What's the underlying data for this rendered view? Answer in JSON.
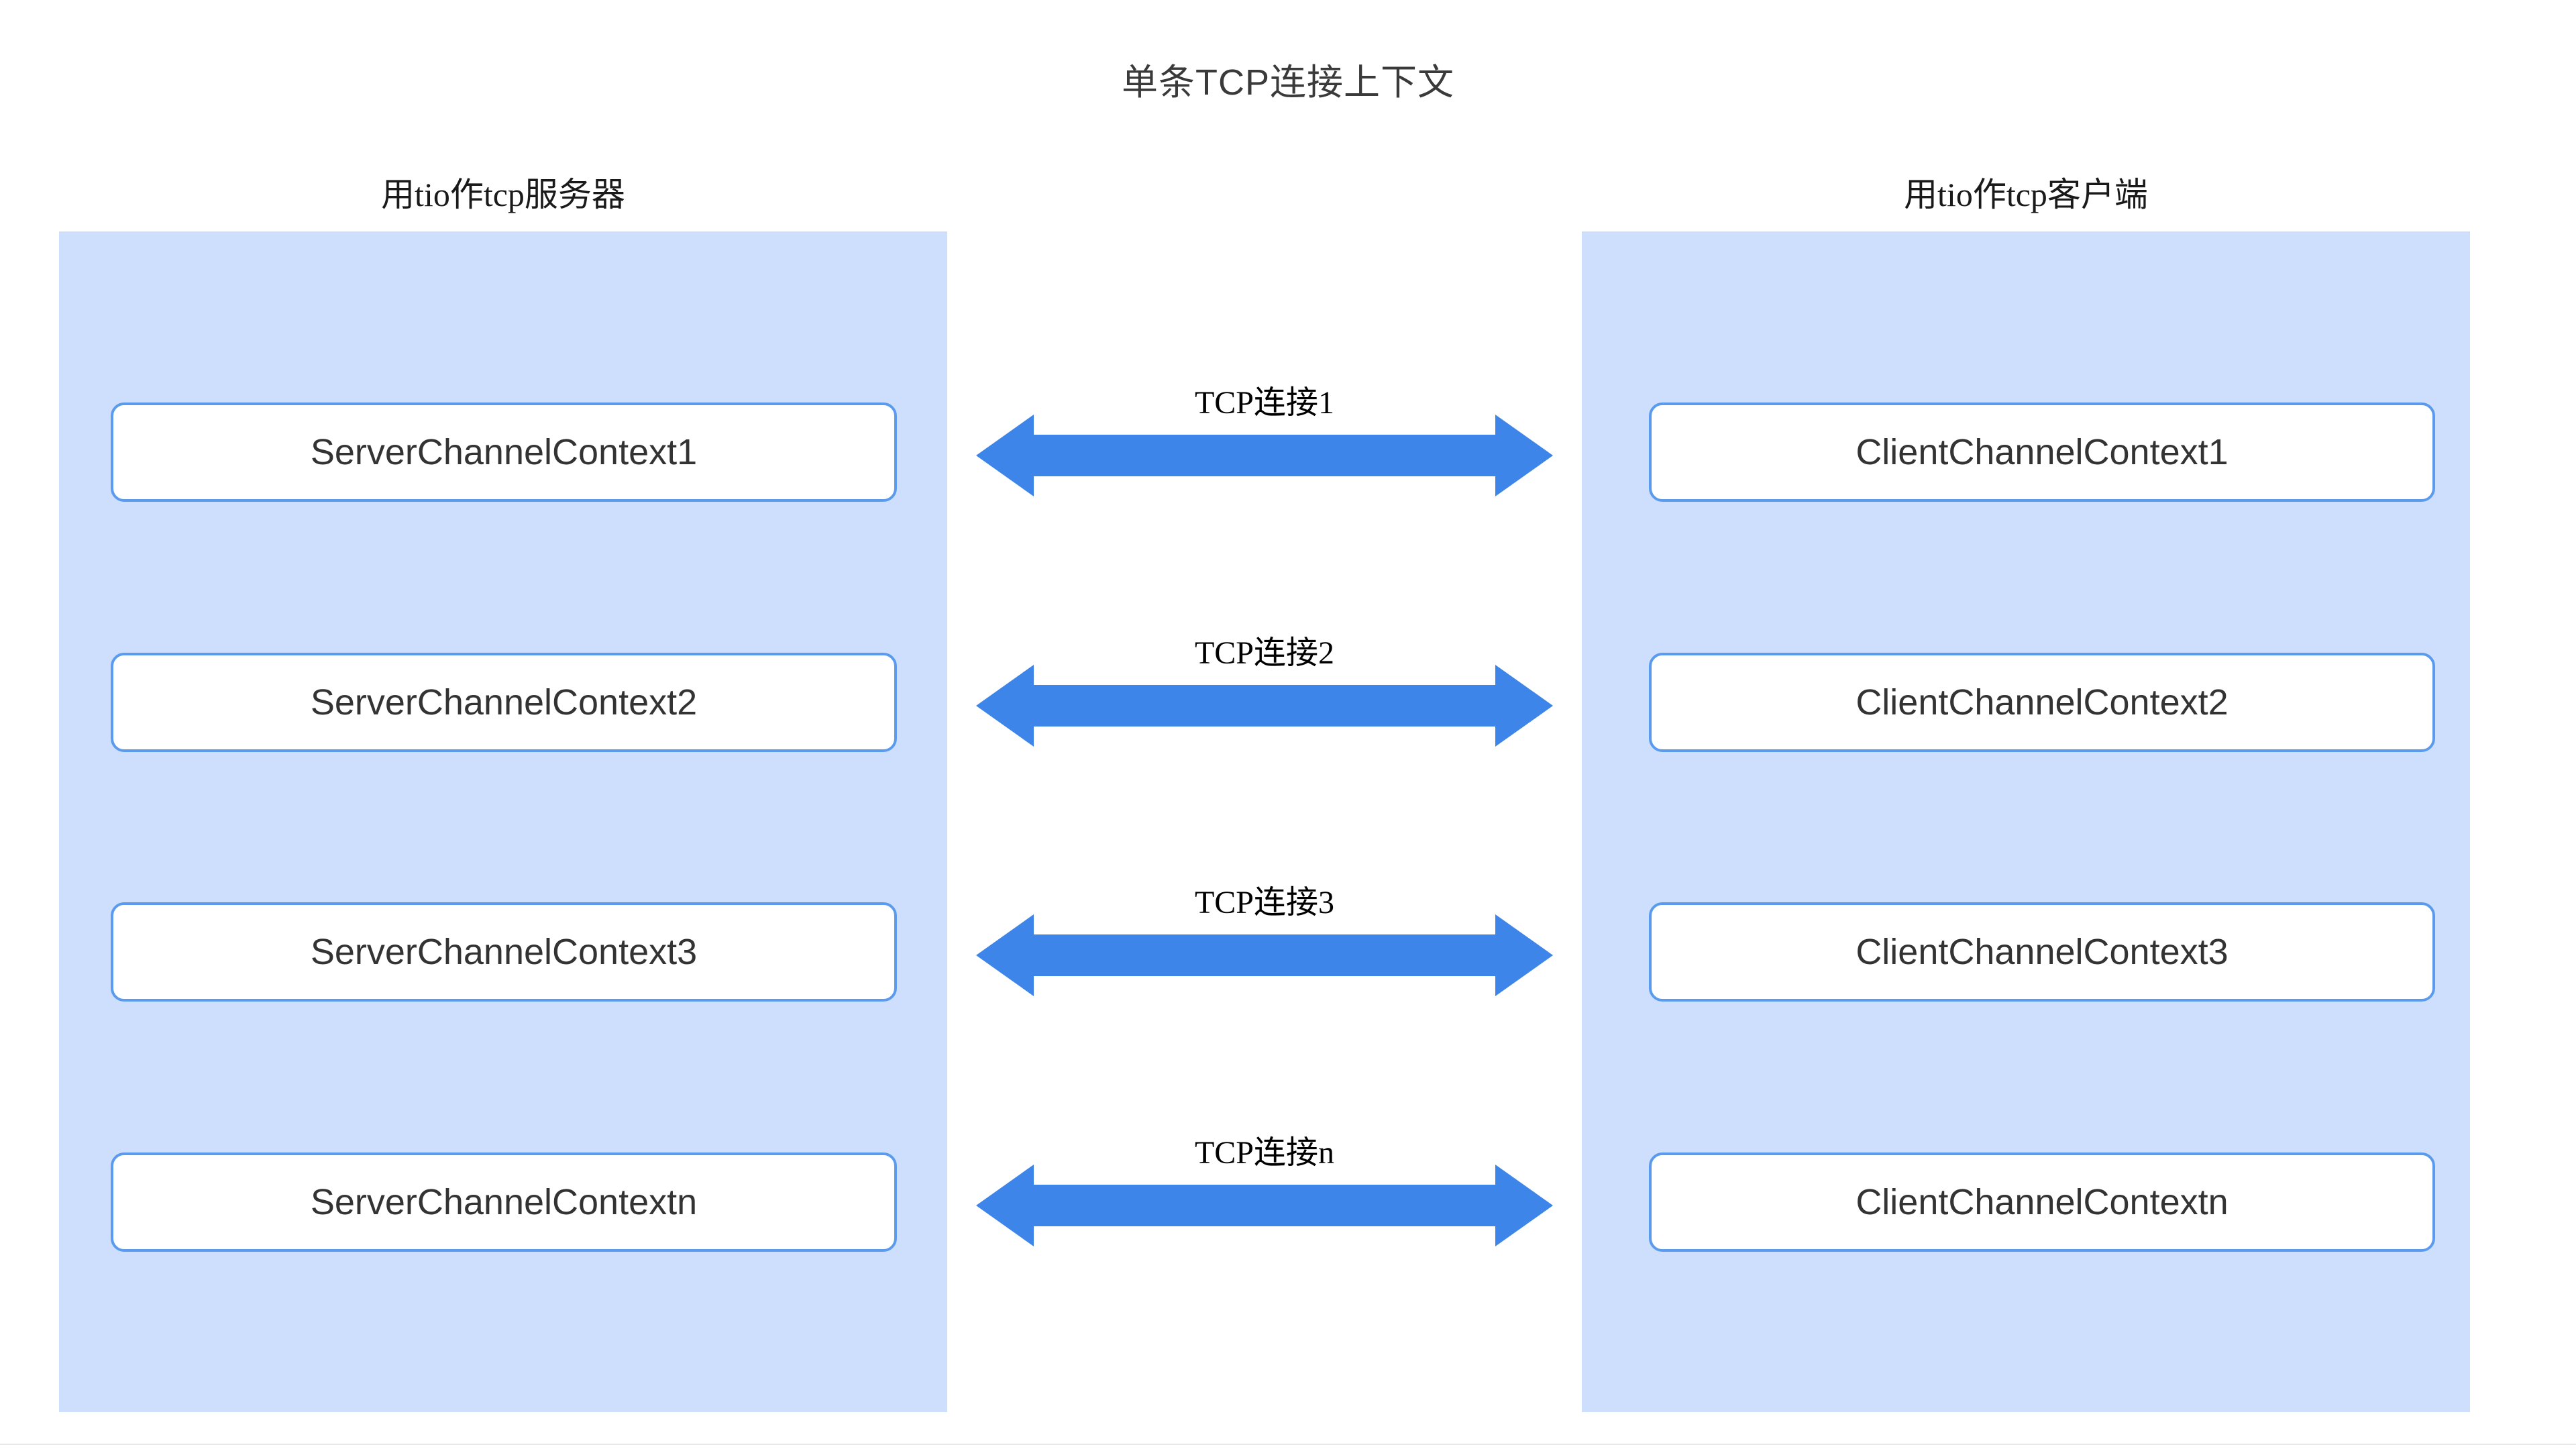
{
  "title": "单条TCP连接上下文",
  "colors": {
    "panel_background": "#cddffc",
    "box_border": "#5b9bee",
    "box_background": "#ffffff",
    "arrow": "#3d85e8",
    "text": "#333333",
    "title_text": "#3a3a3a",
    "page_background": "#ffffff"
  },
  "columns": {
    "left": {
      "header": "用tio作tcp服务器",
      "boxes": [
        {
          "label": "ServerChannelContext1"
        },
        {
          "label": "ServerChannelContext2"
        },
        {
          "label": "ServerChannelContext3"
        },
        {
          "label": "ServerChannelContextn"
        }
      ]
    },
    "right": {
      "header": "用tio作tcp客户端",
      "boxes": [
        {
          "label": "ClientChannelContext1"
        },
        {
          "label": "ClientChannelContext2"
        },
        {
          "label": "ClientChannelContext3"
        },
        {
          "label": "ClientChannelContextn"
        }
      ]
    }
  },
  "connections": [
    {
      "label": "TCP连接1",
      "direction": "bidirectional"
    },
    {
      "label": "TCP连接2",
      "direction": "bidirectional"
    },
    {
      "label": "TCP连接3",
      "direction": "bidirectional"
    },
    {
      "label": "TCP连接n",
      "direction": "bidirectional"
    }
  ]
}
